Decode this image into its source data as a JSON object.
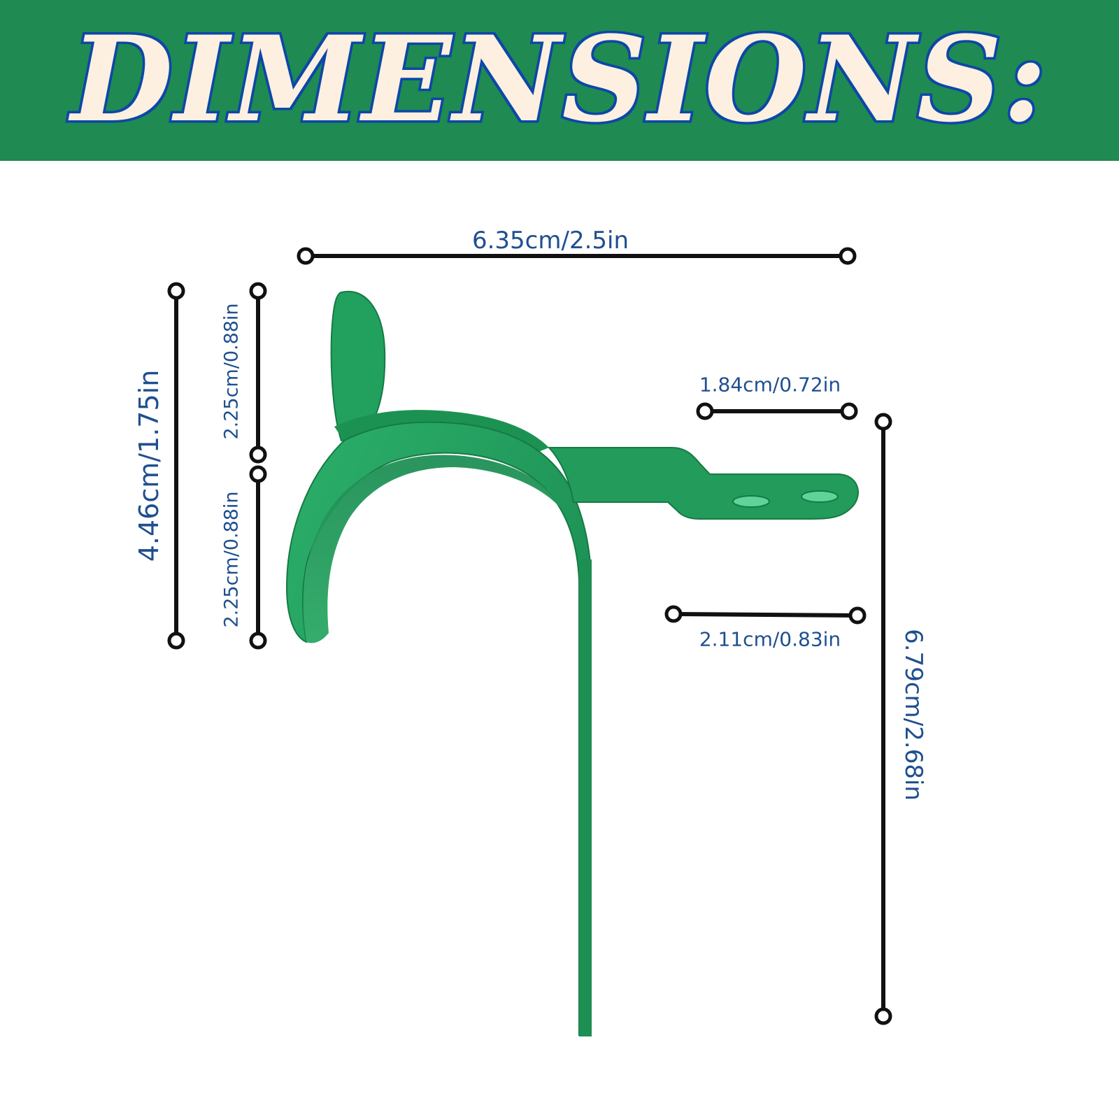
{
  "banner": {
    "title": "DIMENSIONS:",
    "background_color": "#1f8a52",
    "text_fill_color": "#fdf0e0",
    "text_outline_color": "#0d47a8"
  },
  "product": {
    "color": "#1f9a55",
    "icon": "green-metal-bracket-icon"
  },
  "dimensions": {
    "top_width": "6.35cm/2.5in",
    "total_height_left": "4.46cm/1.75in",
    "upper_segment": "2.25cm/0.88in",
    "lower_segment": "2.25cm/0.88in",
    "tab_length": "1.84cm/0.72in",
    "arm_length": "2.11cm/0.83in",
    "total_height_right": "6.79cm/2.68in"
  },
  "label_color": "#1f4f8f"
}
